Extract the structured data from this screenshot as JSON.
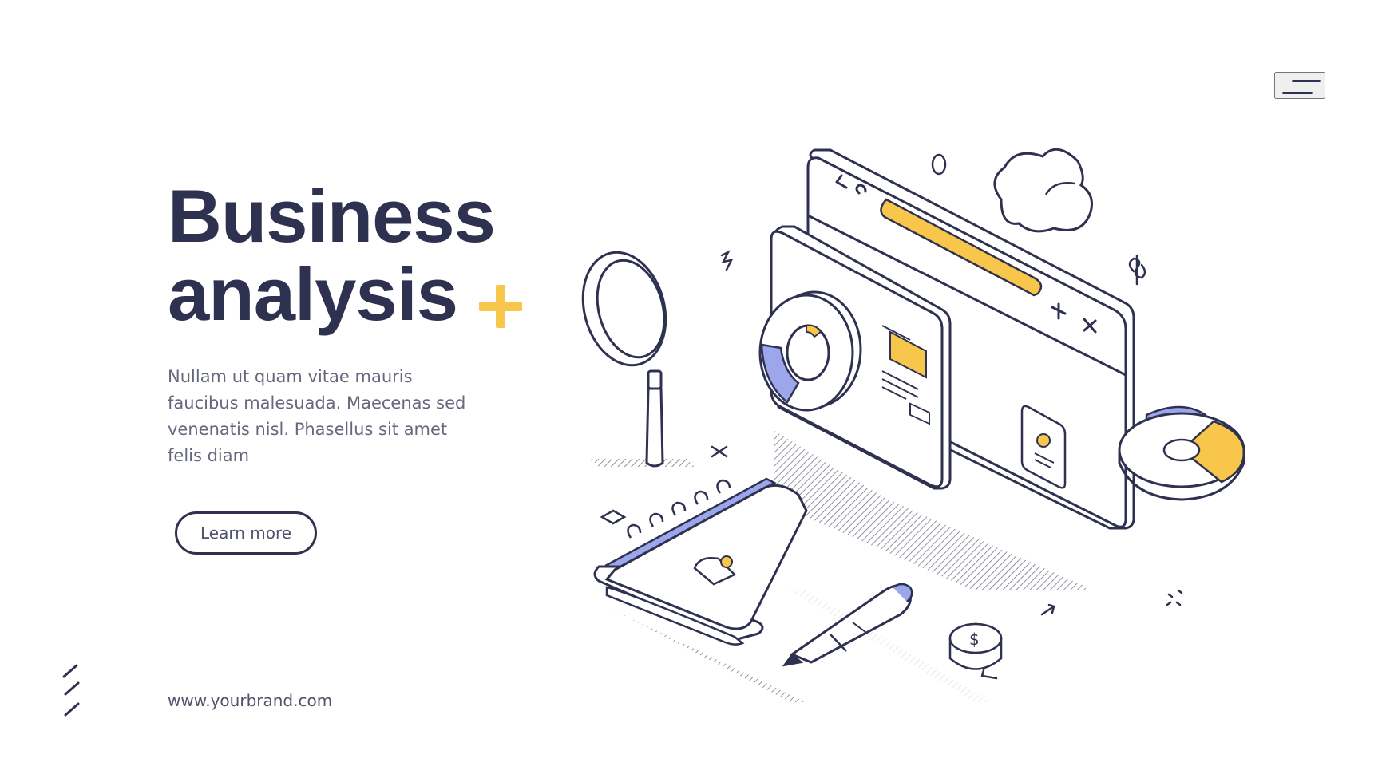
{
  "header": {
    "menu_icon": "menu-icon"
  },
  "hero": {
    "title_line_1": "Business",
    "title_line_2": "analysis",
    "accent_icon": "plus-icon",
    "description": "Nullam ut quam vitae mauris faucibus malesuada. Maecenas sed venenatis nisl. Phasellus sit amet felis diam",
    "button_label": "Learn more"
  },
  "footer": {
    "website": "www.yourbrand.com"
  },
  "illustration": {
    "icons": [
      "magnifier-icon",
      "browser-window-icon",
      "analytics-panel-icon",
      "pie-chart-icon",
      "notebook-icon",
      "pen-icon",
      "coin-stack-icon",
      "dollar-icon",
      "cloud-icon"
    ]
  },
  "colors": {
    "primary_dark": "#2f3150",
    "text_gray": "#66687d",
    "accent_yellow": "#f7c64b",
    "accent_blue": "#9ca6ea",
    "background": "#ffffff"
  }
}
